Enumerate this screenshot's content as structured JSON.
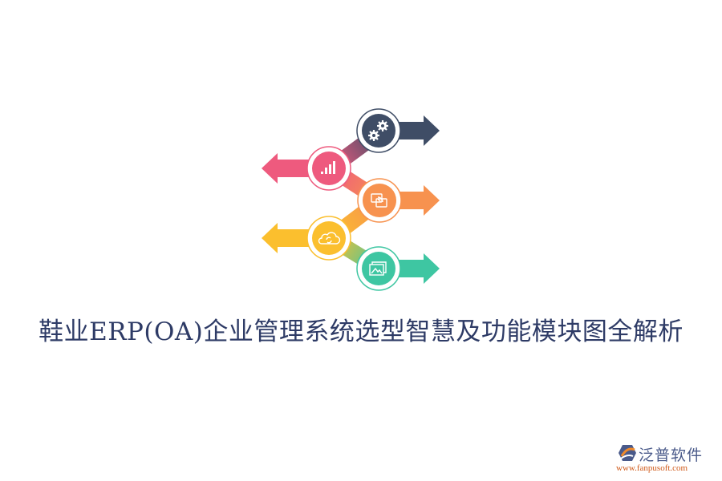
{
  "title": "鞋业ERP(OA)企业管理系统选型智慧及功能模块图全解析",
  "diagram": {
    "steps": [
      {
        "id": 1,
        "icon": "gears-icon",
        "direction": "right",
        "color": "#3f4d66"
      },
      {
        "id": 2,
        "icon": "bar-chart-icon",
        "direction": "left",
        "color": "#ee5a7e"
      },
      {
        "id": 3,
        "icon": "screen-cast-icon",
        "direction": "right",
        "color": "#f7924f"
      },
      {
        "id": 4,
        "icon": "cloud-sync-icon",
        "direction": "left",
        "color": "#fbbf2e"
      },
      {
        "id": 5,
        "icon": "image-gallery-icon",
        "direction": "right",
        "color": "#3ec6a2"
      }
    ]
  },
  "logo": {
    "name": "泛普软件",
    "url": "www.fanpusoft.com"
  }
}
